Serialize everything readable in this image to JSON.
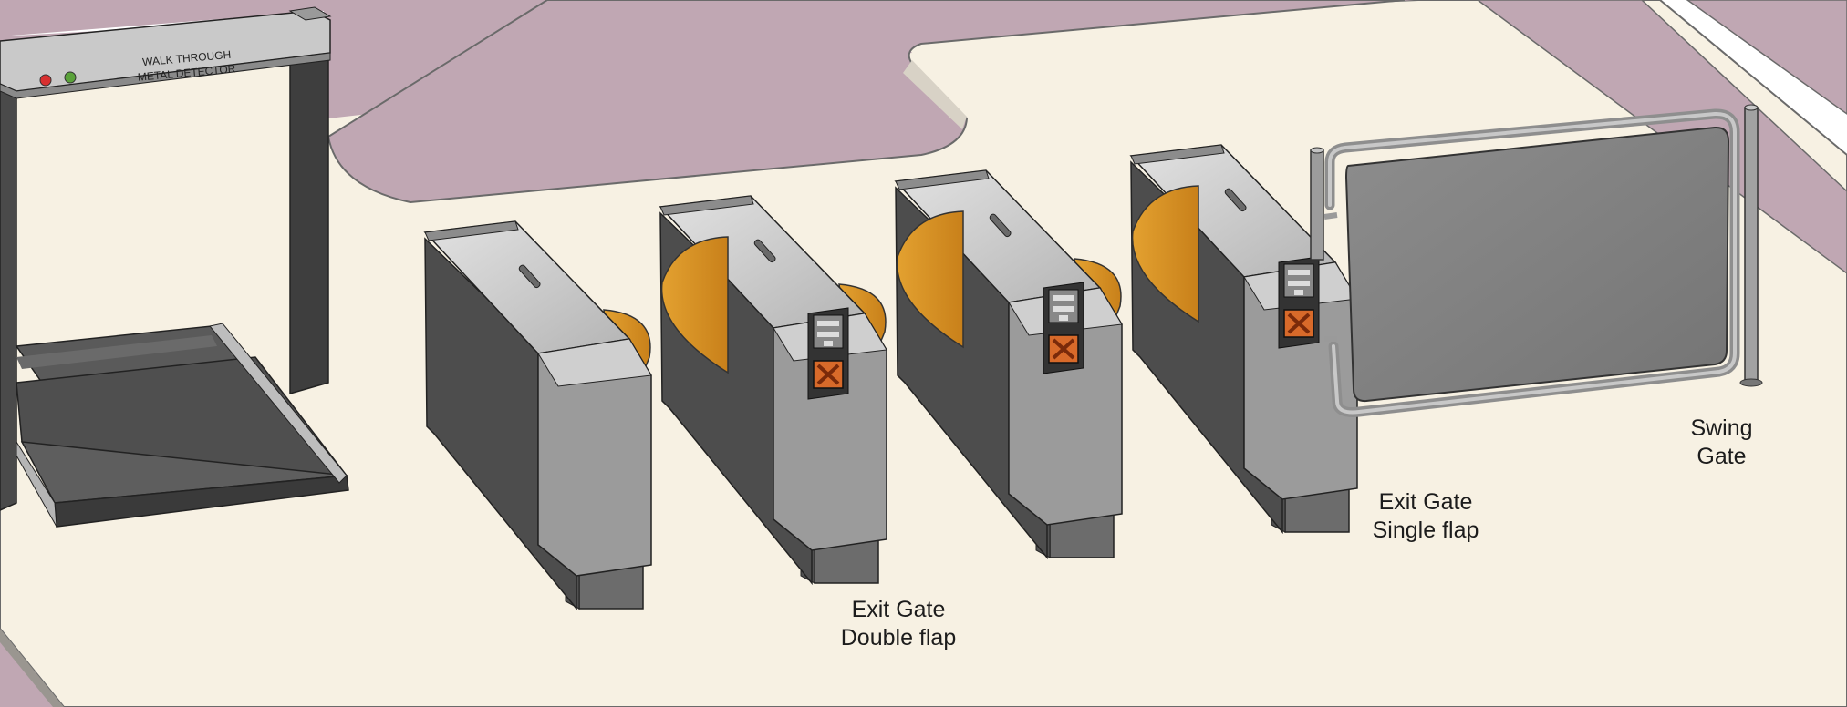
{
  "colors": {
    "floor_cream": "#f7f1e3",
    "carpet_mauve": "#c0a7b3",
    "gate_dark": "#4d4d4d",
    "gate_light": "#c4c4c4",
    "flap_orange": "#d88f1f",
    "panel_gray": "#7a7a7a",
    "stop_orange": "#d86a2a"
  },
  "metal_detector": {
    "sign_line1": "WALK THROUGH",
    "sign_line2": "METAL DETECTOR",
    "indicator_lights": [
      "red",
      "green"
    ]
  },
  "labels": {
    "exit_double": {
      "line1": "Exit Gate",
      "line2": "Double flap"
    },
    "exit_single": {
      "line1": "Exit Gate",
      "line2": "Single flap"
    },
    "swing": {
      "line1": "Swing",
      "line2": "Gate"
    }
  },
  "icons": {
    "reader_panel": "card-reader-icon",
    "stop_symbol": "x-stop-icon"
  }
}
